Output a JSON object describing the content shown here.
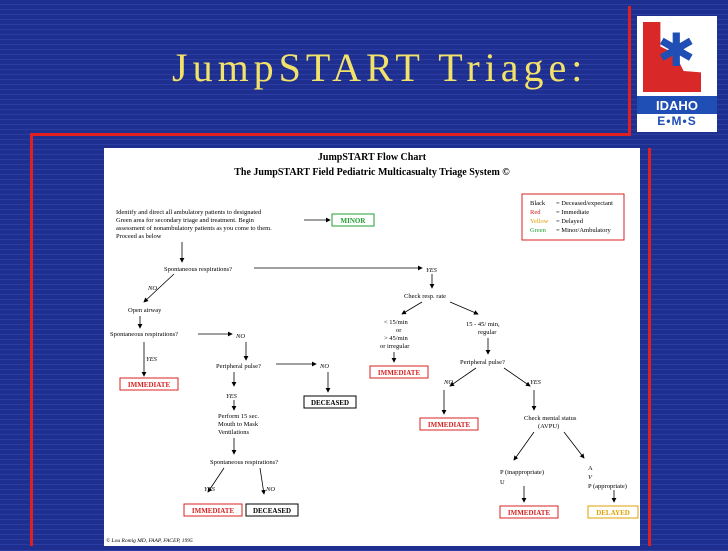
{
  "slide": {
    "title": "JumpSTART Triage:",
    "colors": {
      "background": "#1e2f8f",
      "title": "#f2e26a",
      "accent_line": "#e02020"
    }
  },
  "logo": {
    "line1": "IDAHO",
    "line2": "E•M•S",
    "icon": "star-of-life-icon"
  },
  "flowchart": {
    "heading": "JumpSTART Flow Chart",
    "subheading": "The JumpSTART Field Pediatric Multicasualty Triage System ©",
    "intro": [
      "Identify and direct all ambulatory patients to designated",
      "Green area for secondary triage and treatment. Begin",
      "assessment of nonambulatory patients as you come to them.",
      "Proceed as below"
    ],
    "minor": "MINOR",
    "legend": [
      {
        "key": "Black",
        "desc": "= Deceased/expectant",
        "color": "#000000"
      },
      {
        "key": "Red",
        "desc": "= Immediate",
        "color": "#d82020"
      },
      {
        "key": "Yellow",
        "desc": "= Delayed",
        "color": "#e0a000"
      },
      {
        "key": "Green",
        "desc": "= Minor/Ambulatory",
        "color": "#20a030"
      }
    ],
    "spont_resp": "Spontaneous respirations?",
    "yes": "YES",
    "no": "NO",
    "open_airway": "Open airway",
    "spont_resp2": "Spontaneous respirations?",
    "immediate": "IMMEDIATE",
    "peripheral_pulse": "Peripheral pulse?",
    "deceased": "DECEASED",
    "rescue": [
      "Perform 15 sec.",
      "Mouth to Mask",
      "Ventilations"
    ],
    "spont_resp3": "Spontaneous respirations?",
    "check_resp": "Check resp. rate",
    "rate_abnormal": [
      "< 15/min",
      "or",
      "> 45/min",
      "or irregular"
    ],
    "rate_normal": [
      "15 - 45/ min,",
      "regular"
    ],
    "peripheral_pulse2": "Peripheral pulse?",
    "mental_status": [
      "Check mental status",
      "(AVPU)"
    ],
    "p_inappropriate": [
      "P (inappropriate)",
      "U"
    ],
    "avpu_appropriate": [
      "A",
      "V",
      "P (appropriate)"
    ],
    "delayed": "DELAYED",
    "credit": "© Lou Romig MD, FAAP, FACEP, 1995"
  }
}
